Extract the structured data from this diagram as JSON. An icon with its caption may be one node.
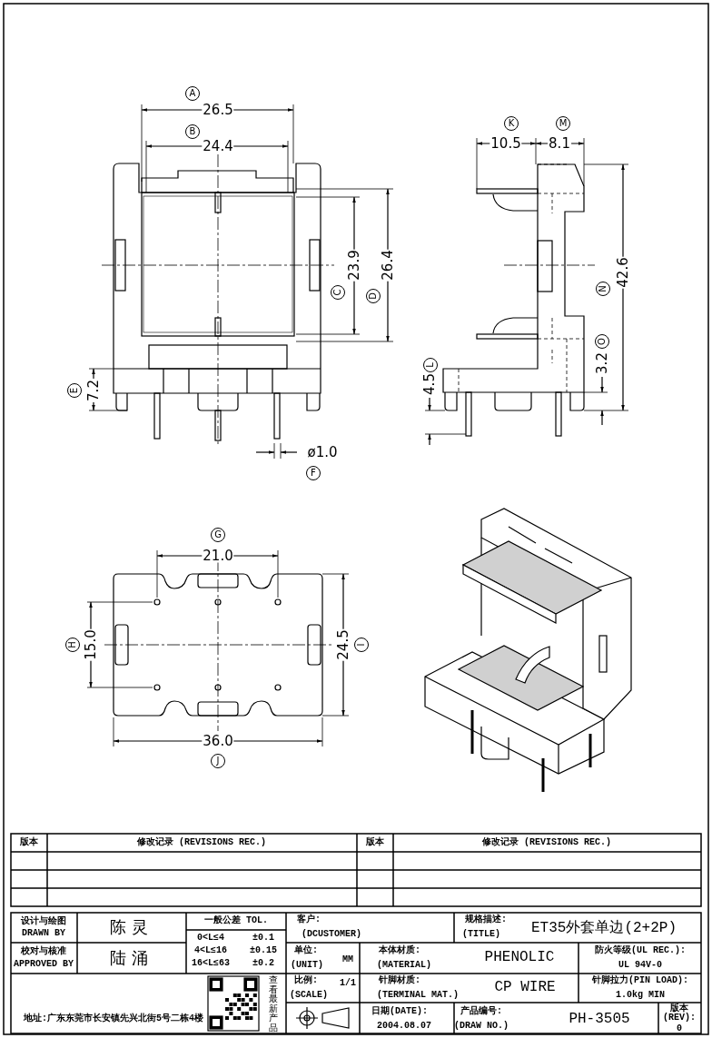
{
  "diagram": {
    "labels": [
      "A",
      "26.5",
      "B",
      "24.4",
      "23.9",
      "C",
      "26.4",
      "D",
      "E",
      "7.2",
      "ø1.0",
      "F",
      "K",
      "10.5",
      "M",
      "8.1",
      "N",
      "42.6",
      "O",
      "3.2",
      "L",
      "4.5",
      "G",
      "21.0",
      "H",
      "15.0",
      "24.5",
      "I",
      "36.0",
      "J",
      "版本",
      "修改记录 (REVISIONS REC.)",
      "版本",
      "修改记录 (REVISIONS REC.)",
      "设计与绘图",
      "DRAWN BY",
      "陈灵",
      "一般公差 TOL.",
      "客户:",
      "(DCUSTOMER)",
      "规格描述:",
      "(TITLE)",
      "ET35外套单边(2+2P)",
      "校对与核准",
      "APPROVED BY",
      "陆涌",
      "0<L≤4",
      "±0.1",
      "4<L≤16",
      "±0.15",
      "16<L≤63",
      "±0.2",
      "单位:",
      "(UNIT)",
      "MM",
      "本体材质:",
      "(MATERIAL)",
      "PHENOLIC",
      "防火等级(UL REC.):",
      "UL 94V-0",
      "比例:",
      "(SCALE)",
      "1/1",
      "针脚材质:",
      "(TERMINAL MAT.)",
      "CP WIRE",
      "针脚拉力(PIN LOAD):",
      "1.0kg MIN",
      "地址:广东东莞市长安镇先兴北街5号二栋4楼",
      "查看最新产品",
      "日期(DATE):",
      "2004.08.07",
      "产品编号:",
      "(DRAW NO.)",
      "PH-3505",
      "版本(REV):",
      "0"
    ]
  }
}
